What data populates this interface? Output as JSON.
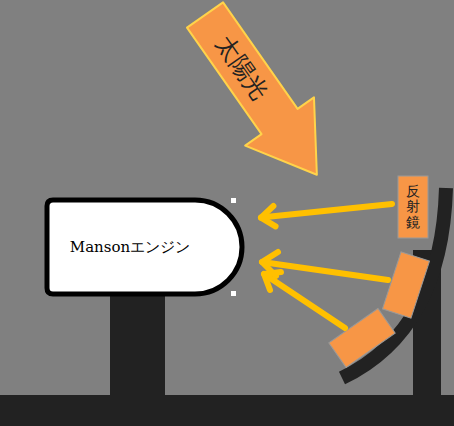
{
  "diagram": {
    "nodes": [
      {
        "text": [
          "太陽光"
        ]
      },
      {
        "text": [
          "Mansonエンジン"
        ]
      },
      {
        "text": [
          "反射鏡"
        ]
      }
    ],
    "edges": [
      {
        "from": 2,
        "to": 1,
        "arrow": "to"
      }
    ]
  }
}
